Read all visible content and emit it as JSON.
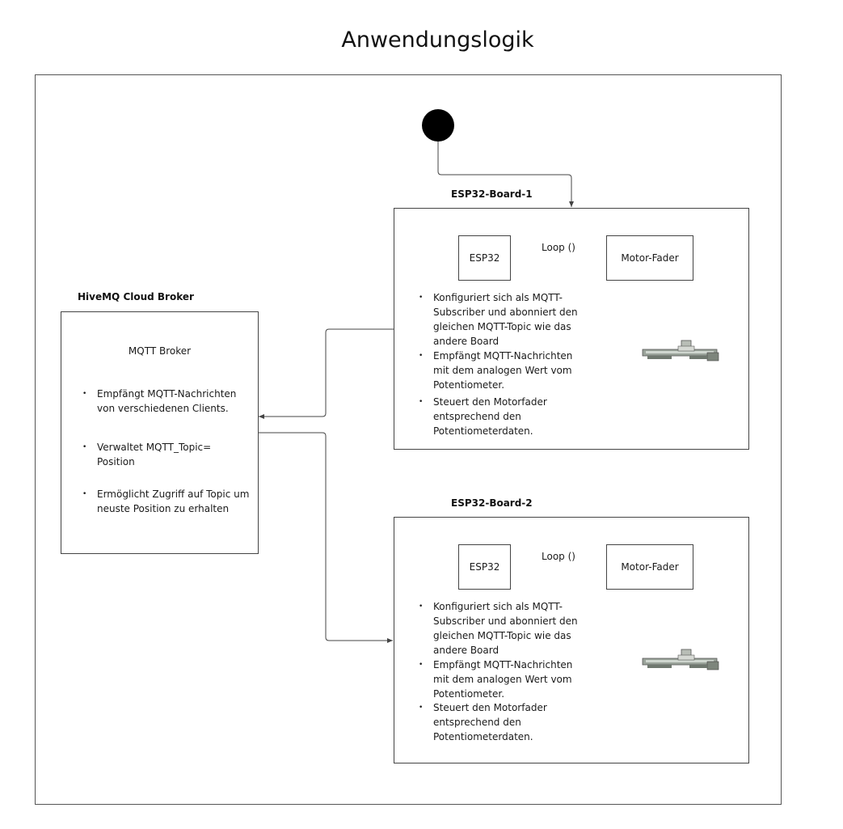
{
  "title": "Anwendungslogik",
  "broker": {
    "heading": "HiveMQ Cloud Broker",
    "box_title": "MQTT Broker",
    "bullets": [
      "Empfängt MQTT-Nachrichten von verschiedenen Clients.",
      "Verwaltet MQTT_Topic= Position",
      "Ermöglicht Zugriff auf Topic um neuste Position zu erhalten"
    ]
  },
  "boards": [
    {
      "heading": "ESP32-Board-1",
      "esp_label": "ESP32",
      "loop_label": "Loop ()",
      "fader_label": "Motor-Fader",
      "bullets": [
        "Konfiguriert sich als MQTT-Subscriber und abonniert den gleichen MQTT-Topic wie das andere Board",
        "Empfängt MQTT-Nachrichten mit dem analogen Wert vom Potentiometer.",
        "Steuert den Motorfader entsprechend den Potentiometerdaten."
      ]
    },
    {
      "heading": "ESP32-Board-2",
      "esp_label": "ESP32",
      "loop_label": "Loop ()",
      "fader_label": "Motor-Fader",
      "bullets": [
        "Konfiguriert sich als MQTT-Subscriber und abonniert den gleichen MQTT-Topic wie das andere Board",
        "Empfängt MQTT-Nachrichten mit dem analogen Wert vom Potentiometer.",
        "Steuert den Motorfader entsprechend den Potentiometerdaten."
      ]
    }
  ],
  "colors": {
    "line": "#444444",
    "start_node": "#000000"
  },
  "icons": {
    "fader_image": "motor-fader-icon",
    "start": "start-node-icon"
  }
}
